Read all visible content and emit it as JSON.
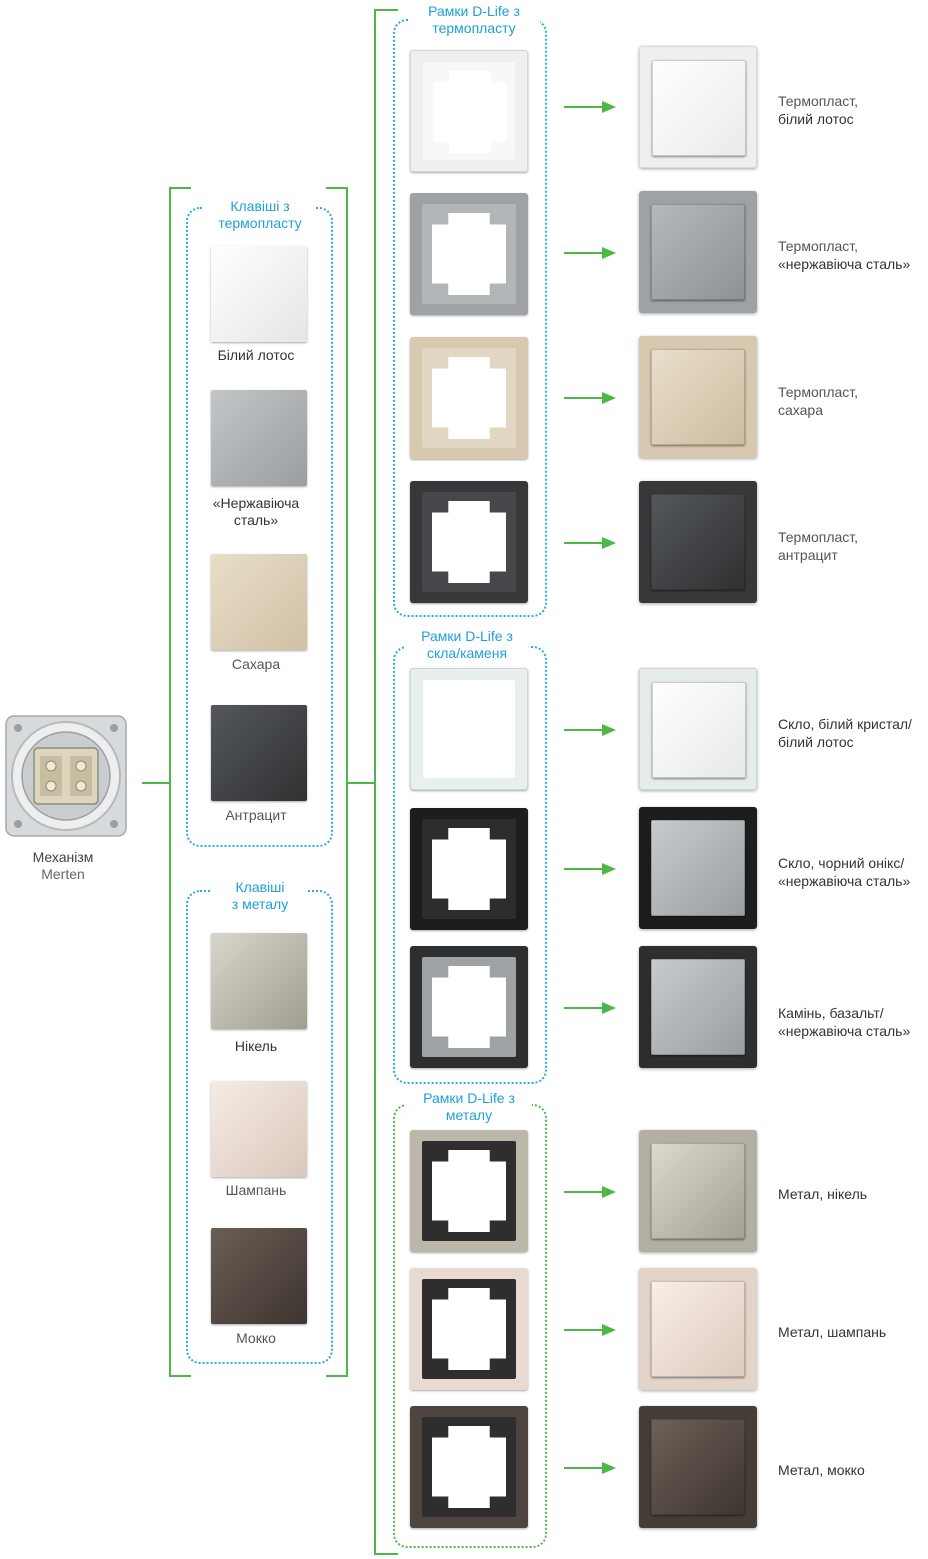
{
  "mechanism": {
    "label_line1": "Механізм",
    "label_line2": "Merten"
  },
  "keys_groups": [
    {
      "title_line1": "Клавіші з",
      "title_line2": "термопласту",
      "items": [
        {
          "label_line1": "Білий лотос",
          "label_line2": "",
          "color": "#f3f4f4"
        },
        {
          "label_line1": "«Нержавіюча",
          "label_line2": "сталь»",
          "color": "#a9adb0"
        },
        {
          "label_line1": "Сахара",
          "label_line2": "",
          "color": "#d8cbb2"
        },
        {
          "label_line1": "Антрацит",
          "label_line2": "",
          "color": "#3d3f41"
        }
      ]
    },
    {
      "title_line1": "Клавіші",
      "title_line2": "з металу",
      "items": [
        {
          "label_line1": "Нікель",
          "label_line2": "",
          "color": "#b9b6a8"
        },
        {
          "label_line1": "Шампань",
          "label_line2": "",
          "color": "#eadbd1"
        },
        {
          "label_line1": "Мокко",
          "label_line2": "",
          "color": "#524841"
        }
      ]
    }
  ],
  "frame_groups": [
    {
      "title_line1": "Рамки D-Life з",
      "title_line2": "термопласту",
      "items": [
        {
          "frame_color": "#eef0ef",
          "inner_color": "#f7f8f7",
          "rocker_color": "#f6f7f7",
          "label_line1": "Термопласт,",
          "label_line2": "білий лотос"
        },
        {
          "frame_color": "#9ea2a5",
          "inner_color": "#b3b6b8",
          "rocker_color": "#a4a8ab",
          "label_line1": "Термопласт,",
          "label_line2": "«нержавіюча сталь»"
        },
        {
          "frame_color": "#d6c9b0",
          "inner_color": "#e2d7c3",
          "rocker_color": "#dacdb5",
          "label_line1": "Термопласт,",
          "label_line2": "сахара"
        },
        {
          "frame_color": "#36383a",
          "inner_color": "#45474a",
          "rocker_color": "#3f4143",
          "label_line1": "Термопласт,",
          "label_line2": "антрацит"
        }
      ]
    },
    {
      "title_line1": "Рамки D-Life з",
      "title_line2": "скла/каменя",
      "items": [
        {
          "frame_color": "#e9eeee",
          "inner_color": "#ffffff",
          "rocker_color": "#f4f5f5",
          "label_line1": "Скло, білий кристал/",
          "label_line2": "білий лотос"
        },
        {
          "frame_color": "#1c1d1e",
          "inner_color": "#2c2d2e",
          "rocker_color": "#b0b3b5",
          "label_line1": "Скло, чорний онікс/",
          "label_line2": "«нержавіюча сталь»"
        },
        {
          "frame_color": "#2d2e2f",
          "inner_color": "#9fa2a4",
          "rocker_color": "#b3b6b8",
          "label_line1": "Камінь, базальт/",
          "label_line2": "«нержавіюча сталь»"
        }
      ]
    },
    {
      "title_line1": "Рамки D-Life з",
      "title_line2": "металу",
      "items": [
        {
          "frame_color": "#bbb8aa",
          "inner_color": "#2e2e2e",
          "rocker_color": "#c3c0b1",
          "label_line1": "Метал, нікель",
          "label_line2": ""
        },
        {
          "frame_color": "#e8dad0",
          "inner_color": "#2e2e2e",
          "rocker_color": "#efe3da",
          "label_line1": "Метал, шампань",
          "label_line2": ""
        },
        {
          "frame_color": "#4e4540",
          "inner_color": "#2e2e2e",
          "rocker_color": "#564c45",
          "label_line1": "Метал, мокко",
          "label_line2": ""
        }
      ]
    }
  ],
  "colors": {
    "connector": "#4db848",
    "group_title": "#1ea0d9",
    "text": "#555555"
  }
}
